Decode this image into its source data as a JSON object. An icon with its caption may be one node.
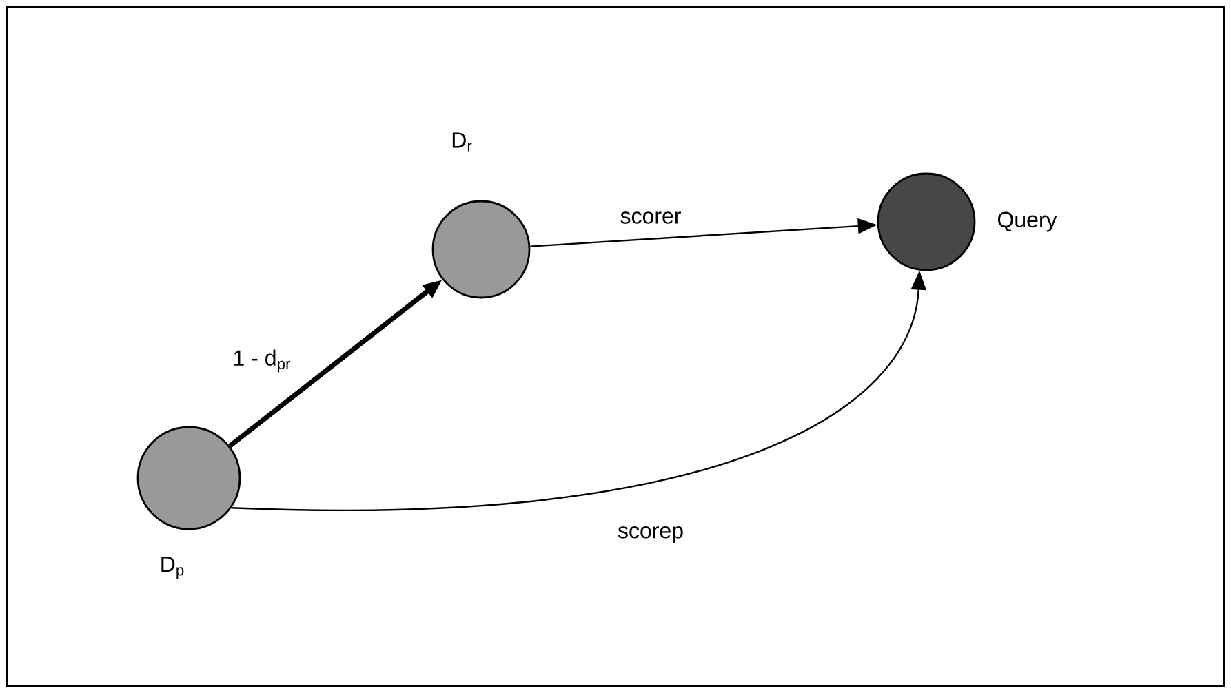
{
  "diagram": {
    "nodes": [
      {
        "text": [
          "D$_{r}$"
        ]
      },
      {
        "text": [
          "Query"
        ]
      },
      {
        "text": [
          "D$_{p}$"
        ]
      }
    ],
    "edges": [
      {
        "from": 2,
        "to": 0,
        "arrow": "to",
        "label": "1 - d$_{pr}$",
        "style": "thick"
      },
      {
        "from": 0,
        "to": 1,
        "arrow": "to",
        "label": "scorer"
      },
      {
        "from": 2,
        "to": 1,
        "arrow": "to",
        "label": "scorep"
      }
    ]
  }
}
